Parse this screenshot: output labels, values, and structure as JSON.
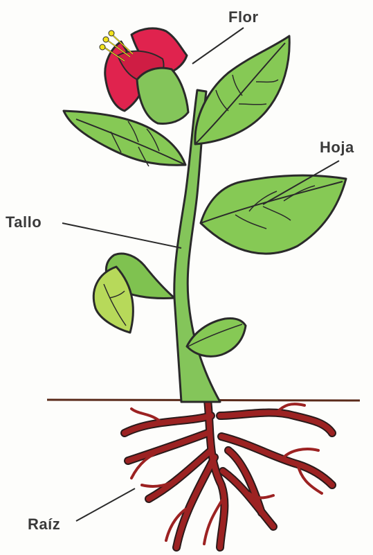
{
  "diagram": {
    "labels": {
      "flor": "Flor",
      "hoja": "Hoja",
      "tallo": "Tallo",
      "raiz": "Raíz"
    },
    "colors": {
      "leaf": "#86c955",
      "leaf_light": "#b7d95a",
      "stem": "#84c55a",
      "flower": "#e0234e",
      "stamen": "#f2e21c",
      "root": "#9c2222",
      "outline": "#2a2a2a",
      "ground": "#5a2a1a"
    }
  }
}
